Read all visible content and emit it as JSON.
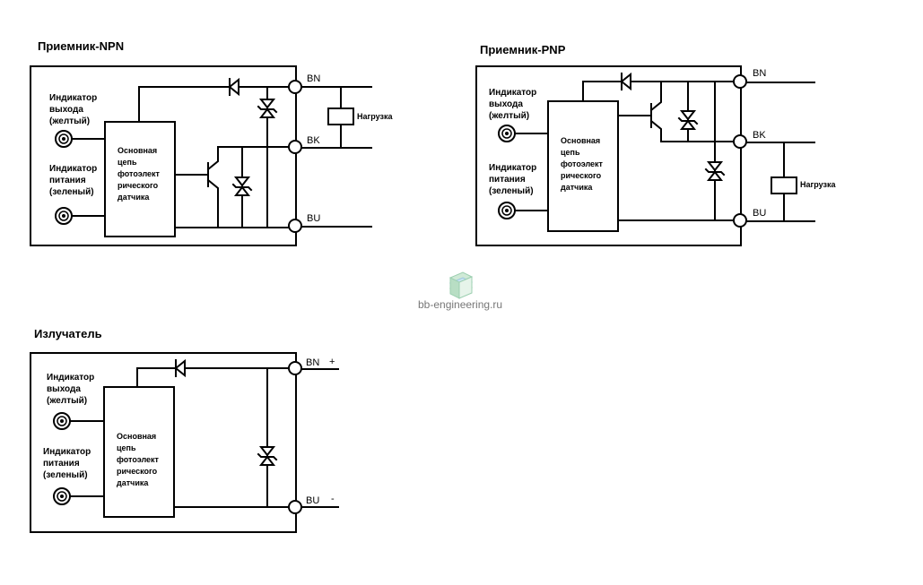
{
  "watermark": {
    "text": "bb-engineering.ru",
    "icon": "stacked-books-logo"
  },
  "circuits": [
    {
      "id": "npn",
      "title": "Приемник-NPN",
      "indicator_output": [
        "Индикатор",
        "выхода",
        "(желтый)"
      ],
      "indicator_power": [
        "Индикатор",
        "питания",
        "(зеленый)"
      ],
      "block": [
        "Основная",
        "цепь",
        "фотоэлект",
        "рического",
        "датчика"
      ],
      "terminals": {
        "top": "BN",
        "mid": "BK",
        "bottom": "BU"
      },
      "load": "Нагрузка"
    },
    {
      "id": "pnp",
      "title": "Приемник-PNP",
      "indicator_output": [
        "Индикатор",
        "выхода",
        "(желтый)"
      ],
      "indicator_power": [
        "Индикатор",
        "питания",
        "(зеленый)"
      ],
      "block": [
        "Основная",
        "цепь",
        "фотоэлект",
        "рического",
        "датчика"
      ],
      "terminals": {
        "top": "BN",
        "mid": "BK",
        "bottom": "BU"
      },
      "load": "Нагрузка"
    },
    {
      "id": "emitter",
      "title": "Излучатель",
      "indicator_output": [
        "Индикатор",
        "выхода",
        "(желтый)"
      ],
      "indicator_power": [
        "Индикатор",
        "питания",
        "(зеленый)"
      ],
      "block": [
        "Основная",
        "цепь",
        "фотоэлект",
        "рического",
        "датчика"
      ],
      "terminals": {
        "top": "BN",
        "bottom": "BU"
      },
      "polarity": {
        "plus": "+",
        "minus": "-"
      }
    }
  ]
}
